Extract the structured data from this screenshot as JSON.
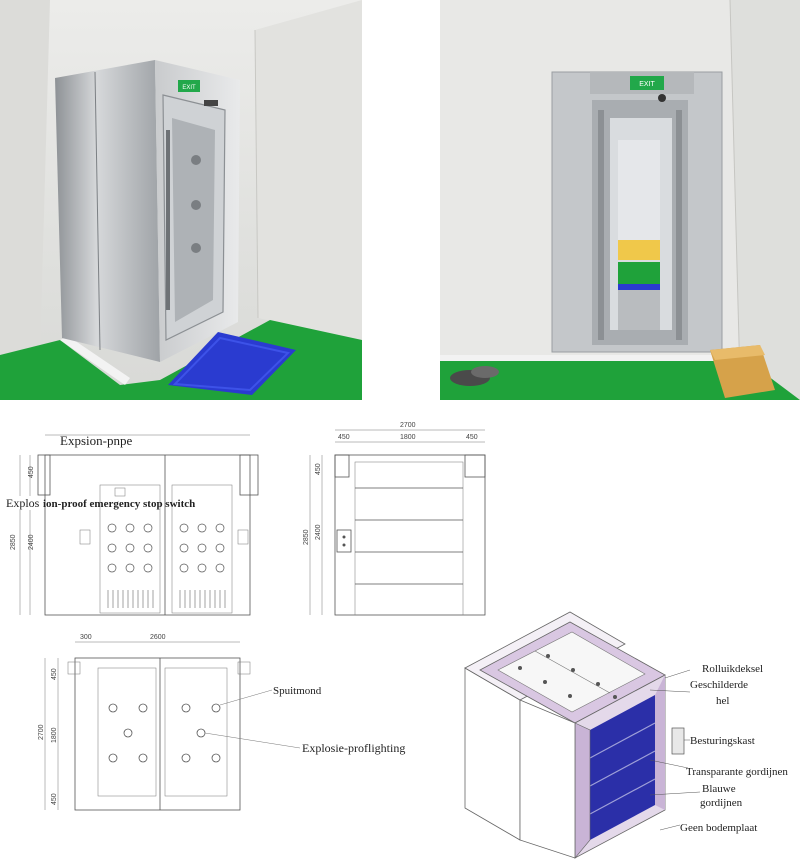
{
  "photos": {
    "left_exit_sign": "EXIT",
    "right_exit_sign": "EXIT"
  },
  "front_view": {
    "label_pipe": "Expsion-pnpe",
    "label_switch_part1": "Explos",
    "label_switch_part2": "ion-proof emergency stop switch",
    "dim_height_total": "2850",
    "dim_height_top": "450",
    "dim_height_body": "2400"
  },
  "side_view": {
    "dim_width_total": "2700",
    "dim_left": "450",
    "dim_middle": "1800",
    "dim_right": "450",
    "dim_height_total": "2850",
    "dim_height_top": "450",
    "dim_height_body": "2400"
  },
  "top_view": {
    "dim_left": "300",
    "dim_width": "2600",
    "dim_depth_total": "2700",
    "dim_depth_top": "450",
    "dim_depth_middle": "1800",
    "dim_depth_bottom": "450",
    "label_nozzle": "Spuitmond",
    "label_lighting": "Explosie-proflighting"
  },
  "iso_view": {
    "label_roller_cover": "Rolluikdeksel",
    "label_painted_1": "Geschilderde",
    "label_painted_2": "hel",
    "label_control_box": "Besturingskast",
    "label_transparent": "Transparante gordijnen",
    "label_blue_1": "Blauwe",
    "label_blue_2": "gordijnen",
    "label_no_floor": "Geen bodemplaat"
  },
  "colors": {
    "floor_green": "#1fa23a",
    "mat_blue": "#2a3bd0",
    "curtain_blue": "#2b2fa8",
    "steel": "#b9bcbf",
    "wall": "#e6e6e4",
    "frame_purple": "#d9c7e2"
  }
}
